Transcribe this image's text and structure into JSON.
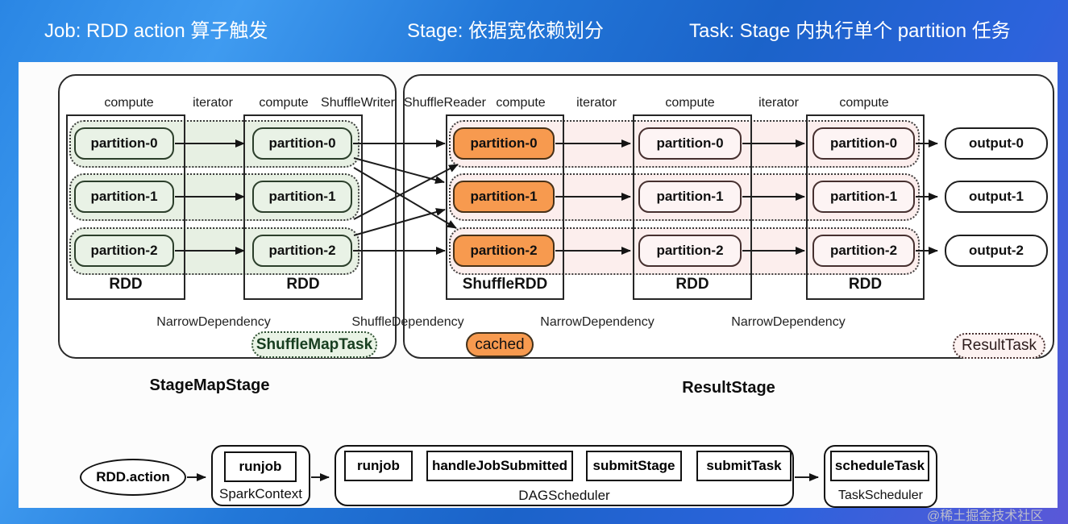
{
  "header": {
    "job_label": "Job: RDD action 算子触发",
    "stage_label": "Stage: 依据宽依赖划分",
    "task_label": "Task: Stage 内执行单个 partition 任务"
  },
  "columns": {
    "headers": [
      "compute",
      "iterator",
      "compute",
      "ShuffleWriter",
      "ShuffleReader",
      "compute",
      "iterator",
      "compute",
      "iterator",
      "compute"
    ]
  },
  "left_stage": {
    "title": "StageMapStage",
    "rdd1": {
      "label": "RDD",
      "partitions": [
        "partition-0",
        "partition-1",
        "partition-2"
      ]
    },
    "rdd2": {
      "label": "RDD",
      "partitions": [
        "partition-0",
        "partition-1",
        "partition-2"
      ]
    },
    "narrow_dependency_label": "NarrowDependency",
    "task_badge": "ShuffleMapTask"
  },
  "shuffle_dependency_label": "ShuffleDependency",
  "right_stage": {
    "title": "ResultStage",
    "shuffle_rdd": {
      "label": "ShuffleRDD",
      "partitions": [
        "partition-0",
        "partition-1",
        "partition-2"
      ]
    },
    "rdd3": {
      "label": "RDD",
      "partitions": [
        "partition-0",
        "partition-1",
        "partition-2"
      ]
    },
    "rdd4": {
      "label": "RDD",
      "partitions": [
        "partition-0",
        "partition-1",
        "partition-2"
      ]
    },
    "outputs": [
      "output-0",
      "output-1",
      "output-2"
    ],
    "narrow_dependency_label_1": "NarrowDependency",
    "narrow_dependency_label_2": "NarrowDependency",
    "cached_badge": "cached",
    "task_badge": "ResultTask"
  },
  "flow": {
    "action_label": "RDD.action",
    "spark_context": {
      "label": "SparkContext",
      "method": "runjob"
    },
    "dag_scheduler": {
      "label": "DAGScheduler",
      "methods": [
        "runjob",
        "handleJobSubmitted",
        "submitStage",
        "submitTask"
      ]
    },
    "task_scheduler": {
      "label": "TaskScheduler",
      "method": "scheduleTask"
    }
  },
  "watermark": "@稀土掘金技术社区",
  "colors": {
    "header_blue": "#2a86e4",
    "footer_purple": "#5a58d8",
    "canvas": "#fcfcfc",
    "partition_green": "#e9f2e6",
    "partition_orange": "#f79a4f",
    "partition_pink": "#fdf4f4",
    "band_green": "#e7f0e3",
    "band_pink": "#fceeed"
  }
}
